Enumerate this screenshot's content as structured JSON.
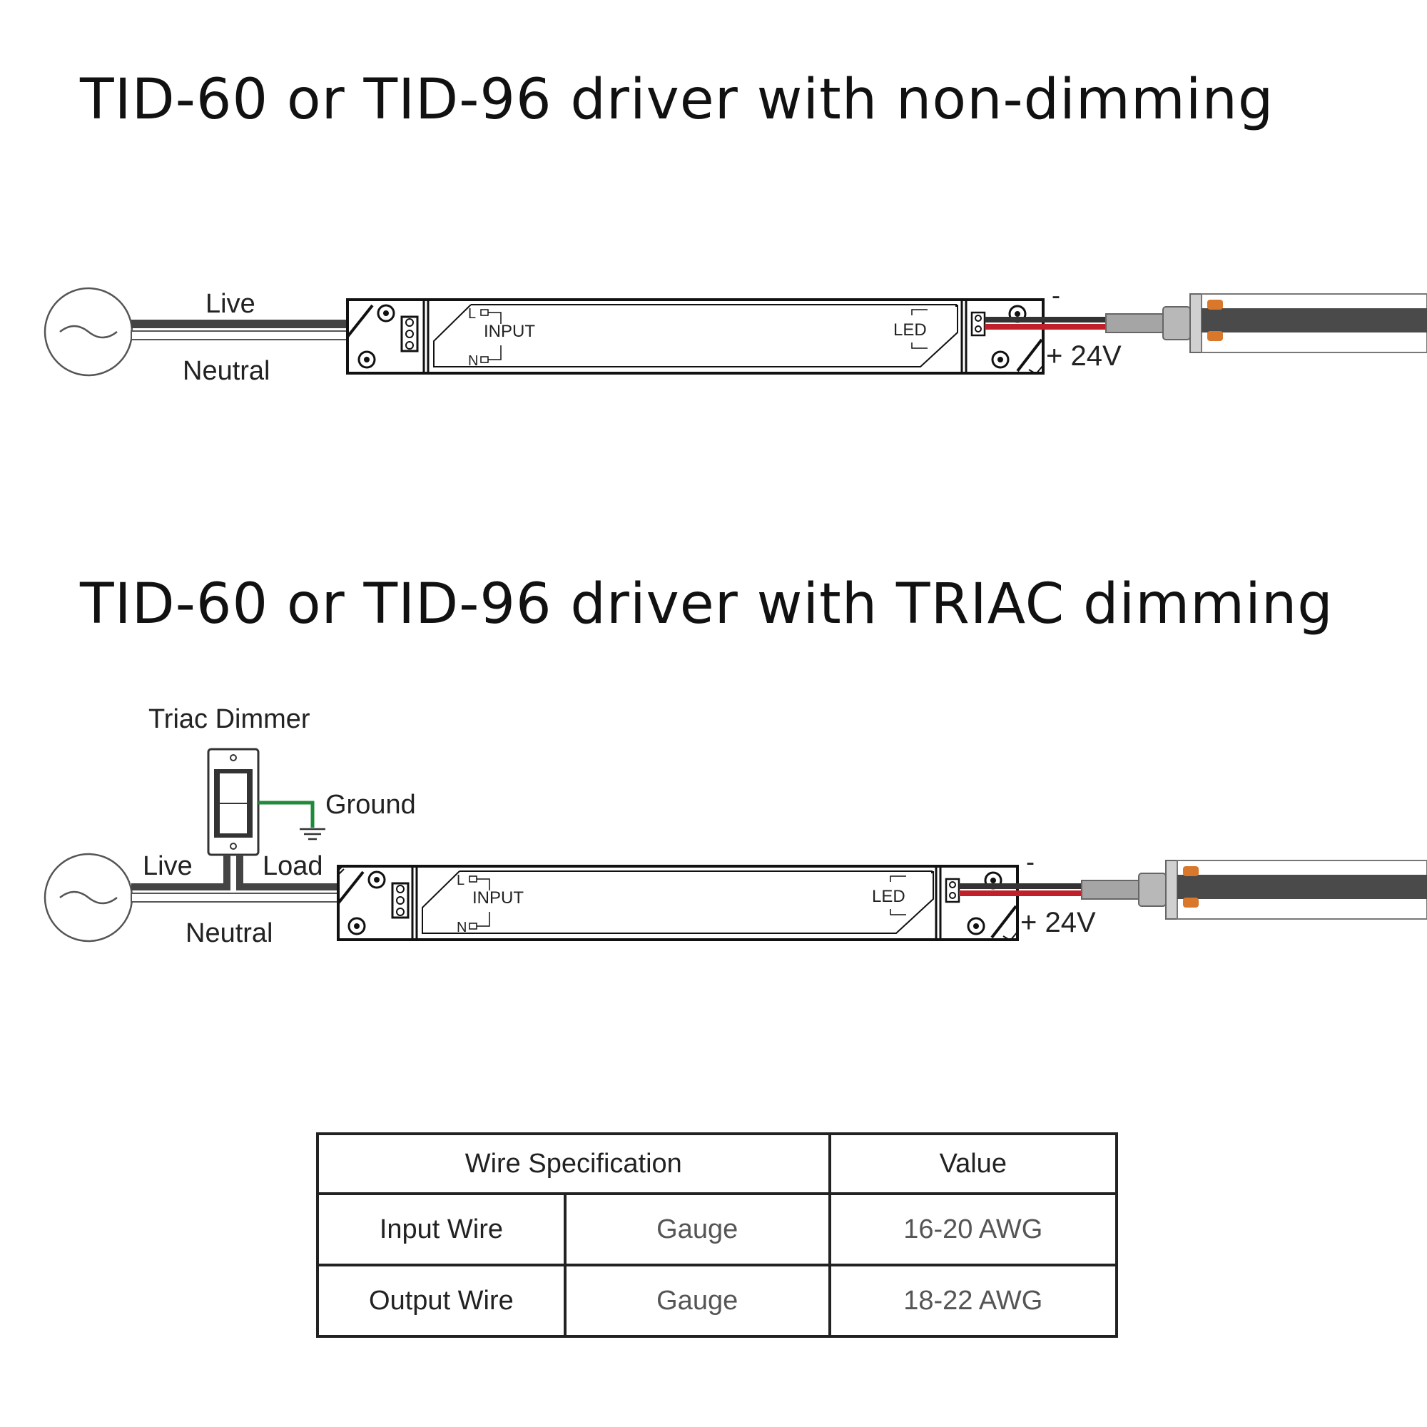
{
  "diagrams": [
    {
      "title": "TID-60 or TID-96 driver with non-dimming",
      "labels": {
        "live": "Live",
        "neutral": "Neutral",
        "input": "INPUT",
        "input_l": "L",
        "input_n": "N",
        "led": "LED",
        "minus": "-",
        "plus_24v": "+ 24V"
      }
    },
    {
      "title": "TID-60 or TID-96 driver with TRIAC dimming",
      "labels": {
        "triac_dimmer": "Triac Dimmer",
        "ground": "Ground",
        "live": "Live",
        "load": "Load",
        "neutral": "Neutral",
        "input": "INPUT",
        "input_l": "L",
        "input_n": "N",
        "led": "LED",
        "minus": "-",
        "plus_24v": "+ 24V"
      }
    }
  ],
  "colors": {
    "live_wire": "#444444",
    "neutral_wire": "#ffffff",
    "positive_wire": "#c0202a",
    "ground_wire": "#1f8a3a",
    "led_strip": "#4a4a4a",
    "led_pad": "#d9772b"
  },
  "spec_table": {
    "header": {
      "spec": "Wire Specification",
      "value": "Value"
    },
    "rows": [
      {
        "label": "Input Wire",
        "param": "Gauge",
        "value": "16-20 AWG"
      },
      {
        "label": "Output Wire",
        "param": "Gauge",
        "value": "18-22 AWG"
      }
    ]
  }
}
